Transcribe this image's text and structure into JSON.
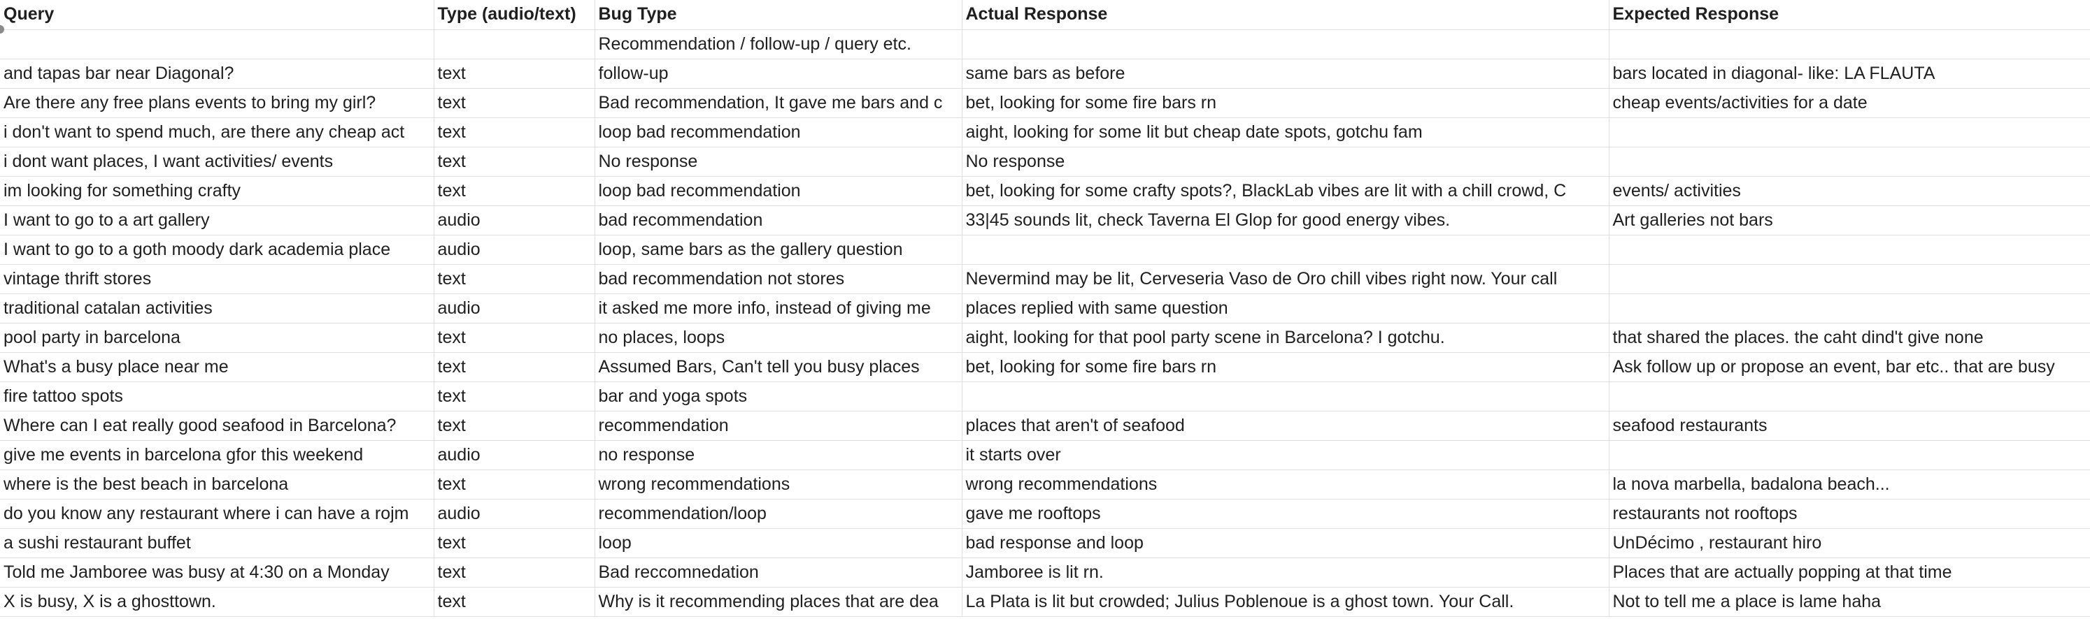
{
  "sheet": {
    "headers": [
      "Query",
      "Type (audio/text)",
      "Bug Type",
      "Actual Response",
      "Expected Response"
    ],
    "rows": [
      [
        "",
        "",
        "Recommendation / follow-up / query etc.",
        "",
        ""
      ],
      [
        "and tapas bar near Diagonal?",
        "text",
        "follow-up",
        "same bars as before",
        "bars located in diagonal- like: LA FLAUTA"
      ],
      [
        "Are there any free plans events to bring my girl?",
        "text",
        "Bad recommendation, It gave me bars and c",
        "bet, looking for some fire bars rn",
        "cheap events/activities for a date"
      ],
      [
        "i don't want to spend much, are there any cheap act",
        "text",
        "loop bad recommendation",
        "aight, looking for some lit but cheap date spots, gotchu fam",
        ""
      ],
      [
        "i dont want places, I want activities/ events",
        "text",
        "No response",
        "No response",
        ""
      ],
      [
        "im looking for something crafty",
        "text",
        "loop bad recommendation",
        "bet, looking for some crafty spots?, BlackLab vibes are lit with a chill crowd, C",
        "events/ activities"
      ],
      [
        "I want to go to a art gallery",
        "audio",
        "bad recommendation",
        "33|45 sounds lit, check Taverna El Glop for good energy vibes.",
        "Art galleries not bars"
      ],
      [
        "I want to go to a goth moody dark academia place",
        "audio",
        "loop, same bars as the gallery question",
        "",
        ""
      ],
      [
        "vintage thrift stores",
        "text",
        "bad recommendation not stores",
        "Nevermind may be lit, Cerveseria Vaso de Oro chill vibes right now. Your call",
        ""
      ],
      [
        "traditional catalan activities",
        "audio",
        "it asked me more info, instead of giving me",
        "places replied with same question",
        ""
      ],
      [
        "pool party in barcelona",
        "text",
        "no places, loops",
        "aight, looking for that pool party scene in Barcelona? I gotchu.",
        "that shared the places. the caht dind't give none"
      ],
      [
        "What's a busy place near me",
        "text",
        "Assumed Bars, Can't tell you busy places",
        "bet, looking for some fire bars rn",
        "Ask follow up or propose an event, bar etc.. that are busy"
      ],
      [
        "fire tattoo spots",
        "text",
        "bar and yoga spots",
        "",
        ""
      ],
      [
        "Where can I eat really good seafood in Barcelona?",
        "text",
        "recommendation",
        "places that aren't of seafood",
        "seafood restaurants"
      ],
      [
        "give me events in barcelona gfor this weekend",
        "audio",
        "no response",
        "it starts over",
        ""
      ],
      [
        "where is the best beach in barcelona",
        "text",
        "wrong recommendations",
        "wrong recommendations",
        "la nova marbella, badalona beach..."
      ],
      [
        "do you know any restaurant where i can have a rojm",
        "audio",
        "recommendation/loop",
        "gave me rooftops",
        "restaurants not rooftops"
      ],
      [
        "a sushi restaurant buffet",
        "text",
        "loop",
        "bad response and loop",
        "UnDécimo , restaurant hiro"
      ],
      [
        "Told me Jamboree was busy at 4:30 on a Monday",
        "text",
        "Bad reccomnedation",
        "Jamboree is lit rn.",
        "Places that are actually popping at that time"
      ],
      [
        "X is busy, X is a ghosttown.",
        "text",
        "Why is it recommending places that are dea",
        "La Plata is lit but crowded; Julius Poblenoue is a ghost town. Your Call.",
        "Not to tell me a place is lame haha"
      ]
    ]
  }
}
